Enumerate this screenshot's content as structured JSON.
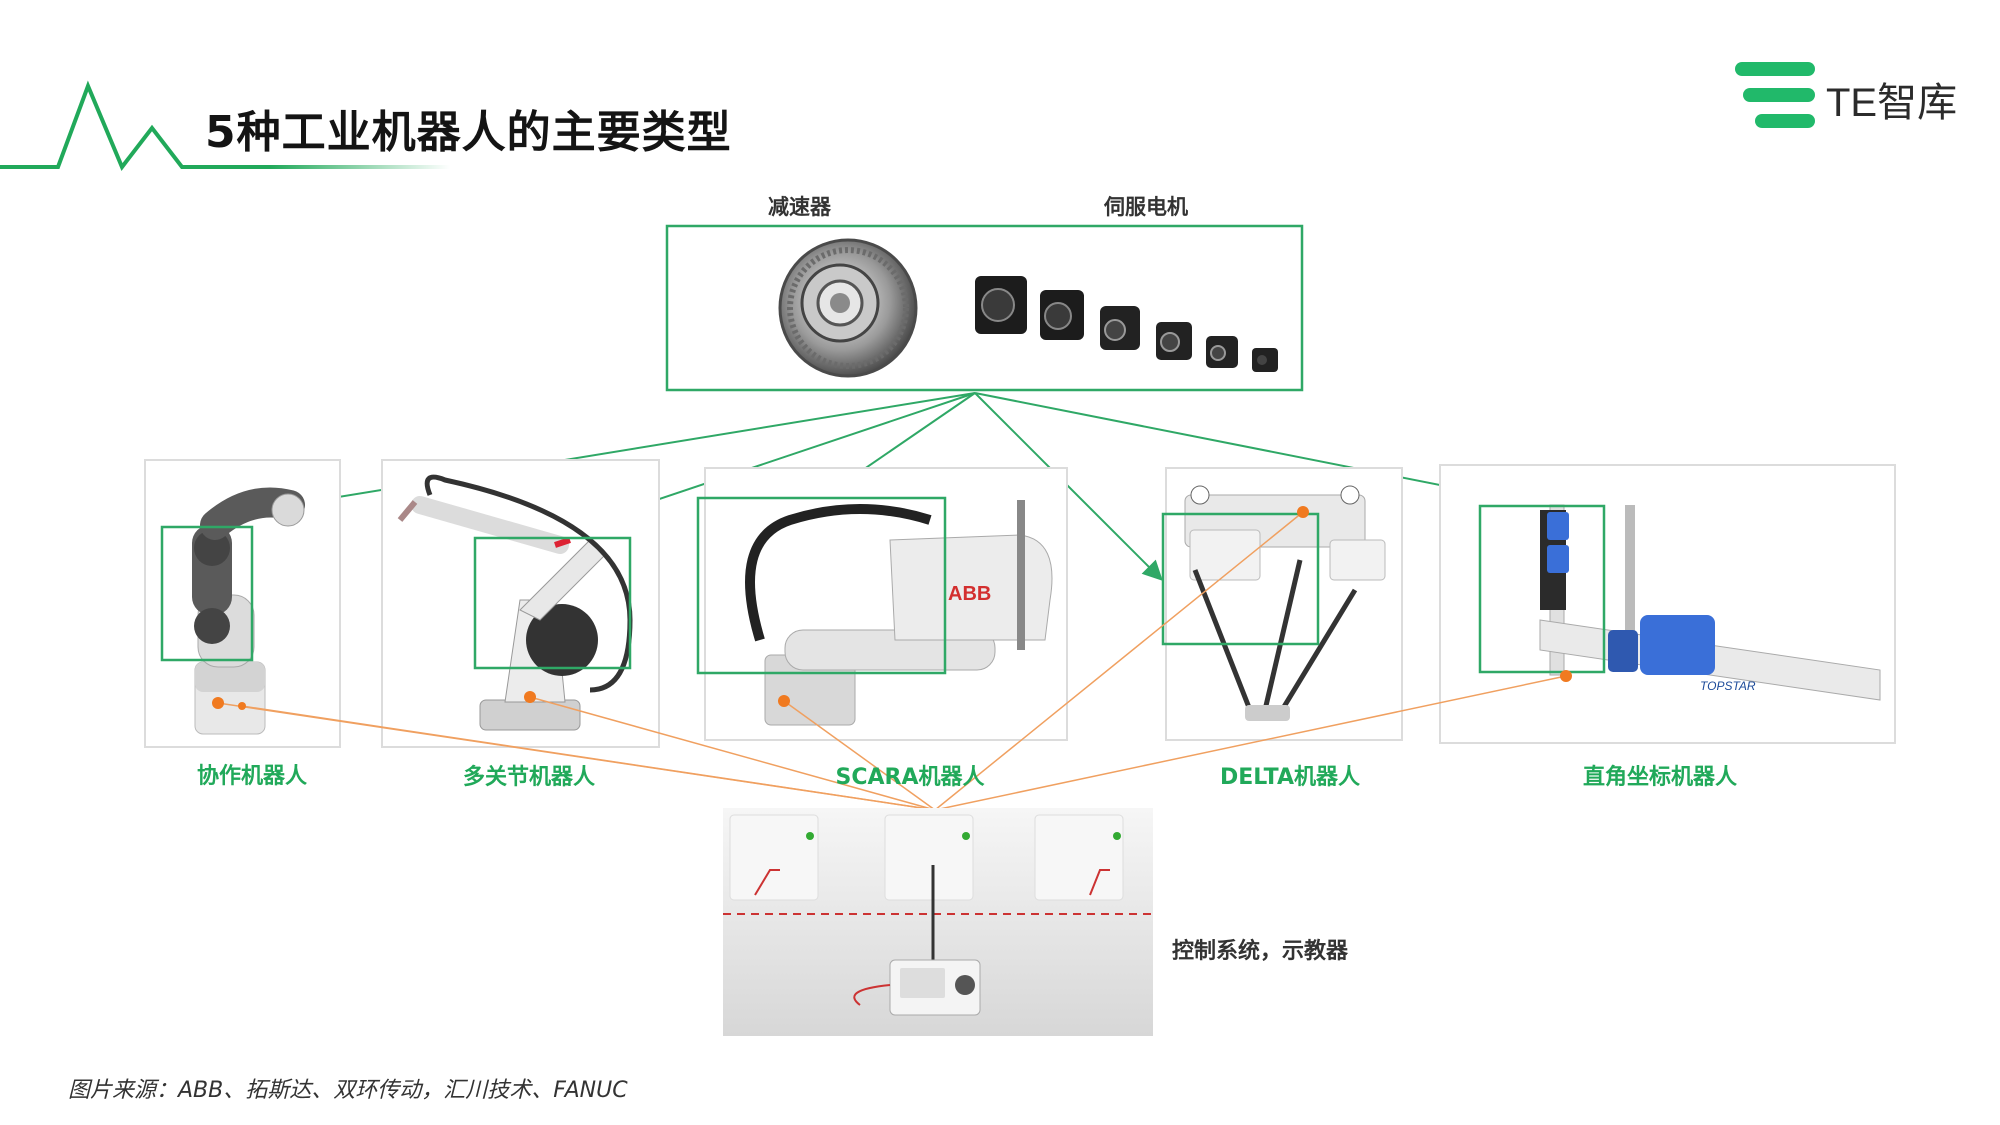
{
  "title": "5种工业机器人的主要类型",
  "brand": {
    "name": "TE智库",
    "color": "#21b96a"
  },
  "components": {
    "reducer_label": "减速器",
    "servo_label": "伺服电机"
  },
  "robots": [
    {
      "label": "协作机器人"
    },
    {
      "label": "多关节机器人"
    },
    {
      "label": "SCARA机器人",
      "brand_mark": "ABB"
    },
    {
      "label": "DELTA机器人"
    },
    {
      "label": "直角坐标机器人",
      "brand_mark": "TOPSTAR"
    }
  ],
  "controller_label": "控制系统，示教器",
  "source": "图片来源：ABB、拓斯达、双环传动，汇川技术、FANUC",
  "colors": {
    "accent_green": "#21a95a",
    "box_green": "#2fa866",
    "connector_orange": "#f0a060",
    "title_text": "#141414"
  }
}
